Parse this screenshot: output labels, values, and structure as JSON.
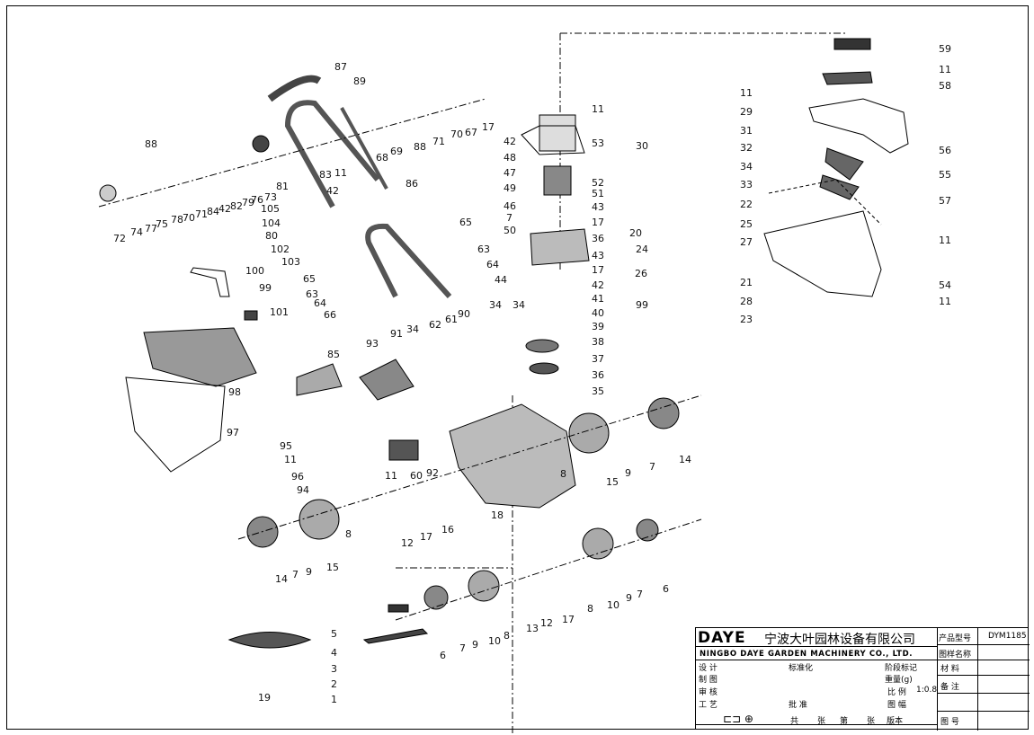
{
  "title_block": {
    "logo": "DAYE",
    "company_cn": "宁波大叶园林设备有限公司",
    "company_en": "NINGBO DAYE GARDEN MACHINERY CO., LTD.",
    "product_model_label": "产品型号",
    "product_model": "DYM1185",
    "drawing_name_label": "图样名称",
    "material_label": "材 料",
    "remarks_label": "备 注",
    "drawing_no_label": "图 号",
    "design": "设 计",
    "drafting": "制 图",
    "review": "审 核",
    "process": "工 艺",
    "standardization": "标准化",
    "approval": "批 准",
    "stage_mark": "阶段标记",
    "weight": "重量(g)",
    "scale_label": "比 例",
    "scale": "1:0.8",
    "sheet_size": "图 幅",
    "total_sheets": "共",
    "sheets": "张",
    "sheet_no": "第",
    "sheet2": "张",
    "version": "版本"
  },
  "part_labels": [
    "59",
    "11",
    "58",
    "11",
    "29",
    "31",
    "32",
    "30",
    "34",
    "33",
    "22",
    "25",
    "27",
    "20",
    "24",
    "26",
    "21",
    "28",
    "23",
    "99",
    "56",
    "55",
    "57",
    "11",
    "54",
    "11",
    "11",
    "42",
    "48",
    "47",
    "49",
    "46",
    "53",
    "52",
    "51",
    "7",
    "43",
    "17",
    "50",
    "36",
    "43",
    "17",
    "44",
    "42",
    "41",
    "40",
    "39",
    "38",
    "37",
    "36",
    "35",
    "34",
    "87",
    "89",
    "68",
    "69",
    "88",
    "71",
    "70",
    "67",
    "17",
    "88",
    "83",
    "11",
    "86",
    "42",
    "72",
    "74",
    "77",
    "75",
    "78",
    "70",
    "71",
    "84",
    "42",
    "82",
    "79",
    "76",
    "73",
    "81",
    "105",
    "104",
    "80",
    "102",
    "103",
    "100",
    "99",
    "101",
    "65",
    "63",
    "64",
    "66",
    "65",
    "63",
    "64",
    "62",
    "98",
    "97",
    "95",
    "11",
    "96",
    "94",
    "93",
    "85",
    "91",
    "34",
    "61",
    "90",
    "34",
    "11",
    "60",
    "92",
    "18",
    "8",
    "15",
    "9",
    "7",
    "14",
    "16",
    "17",
    "12",
    "8",
    "15",
    "9",
    "7",
    "14",
    "5",
    "4",
    "3",
    "2",
    "1",
    "19",
    "6",
    "7",
    "9",
    "10",
    "8",
    "13",
    "12",
    "17",
    "8",
    "10",
    "9",
    "7",
    "6"
  ]
}
